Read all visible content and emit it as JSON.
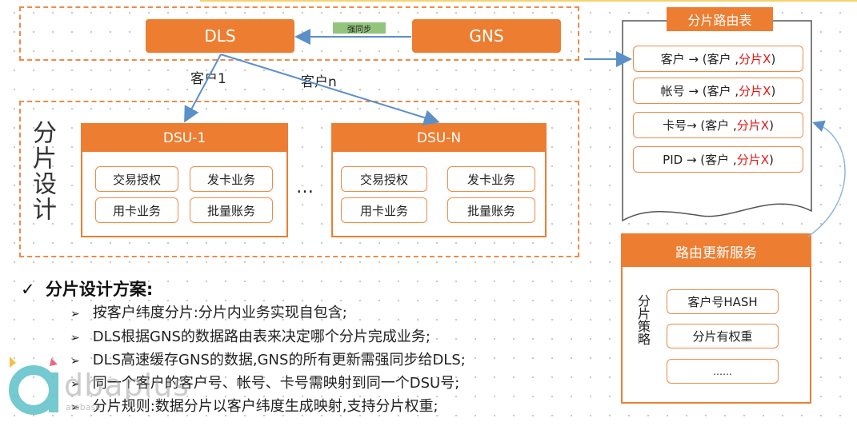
{
  "top": {
    "dls_label": "DLS",
    "gns_label": "GNS",
    "sync_label": "强同步",
    "client1_label": "客户1",
    "clientn_label": "客户n"
  },
  "shard_design": {
    "side_title": "分片设计",
    "ellipsis": "…",
    "dsus": [
      {
        "title": "DSU-1",
        "items": [
          "交易授权",
          "发卡业务",
          "用卡业务",
          "批量账务"
        ]
      },
      {
        "title": "DSU-N",
        "items": [
          "交易授权",
          "发卡业务",
          "用卡业务",
          "批量账务"
        ]
      }
    ]
  },
  "routing_table": {
    "title": "分片路由表",
    "rows": [
      {
        "prefix": "客户 → (客户 , ",
        "shard": "分片X",
        "suffix": ")"
      },
      {
        "prefix": "帐号 → (客户 , ",
        "shard": "分片X",
        "suffix": ")"
      },
      {
        "prefix": "卡号→ (客户 , ",
        "shard": "分片X",
        "suffix": ")"
      },
      {
        "prefix": "PID → (客户 , ",
        "shard": "分片X",
        "suffix": ")"
      }
    ]
  },
  "route_update": {
    "title": "路由更新服务",
    "side_label": "分片策略",
    "items": [
      "客户号HASH",
      "分片有权重",
      "……"
    ]
  },
  "plan": {
    "check_mark": "✓",
    "heading": "分片设计方案:",
    "bullet_glyph": "➢",
    "bullets": [
      "按客户纬度分片:分片内业务实现自包含;",
      "DLS根据GNS的数据路由表来决定哪个分片完成业务;",
      "DLS高速缓存GNS的数据,GNS的所有更新需强同步给DLS;",
      "同一个客户的客户号、帐号、卡号需映射到同一个DSU号;",
      "分片规则:数据分片以客户纬度生成映射,支持分片权重;"
    ]
  },
  "watermark": {
    "text": "dbaplus",
    "subtext": "atabase"
  },
  "colors": {
    "accent": "#ec7d31",
    "highlight_red": "#e01818",
    "sync_green": "#93c47d",
    "arrow_blue": "#5b8fc9"
  }
}
